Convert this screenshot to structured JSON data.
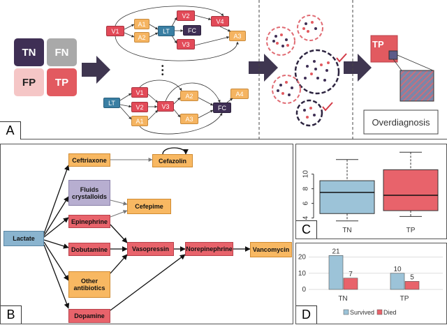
{
  "panelA": {
    "label": "A",
    "matrix": {
      "tn": "TN",
      "fn": "FN",
      "fp": "FP",
      "tp": "TP"
    },
    "graph1": {
      "v1": "V1",
      "a1": "A1",
      "a2": "A2",
      "lt": "LT",
      "v2": "V2",
      "v4": "V4",
      "fc": "FC",
      "v3": "V3",
      "a3": "A3"
    },
    "graph2": {
      "v1": "V1",
      "v2": "V2",
      "v3": "V3",
      "lt": "LT",
      "a1": "A1",
      "a2": "A2",
      "a3": "A3",
      "a4": "A4",
      "fc": "FC"
    },
    "result_box": "TP",
    "overdiagnosis": "Overdiagnosis",
    "colors": {
      "dark": "#3f2f55",
      "grey": "#a9a9a9",
      "pink": "#f5c6c6",
      "red": "#e25a60",
      "arrow": "#3f3650"
    }
  },
  "panelB": {
    "label": "B",
    "nodes": {
      "lactate": "Lactate",
      "ceftriaxone": "Ceftriaxone",
      "cefazolin": "Cefazolin",
      "fluids": "Fluids crystalloids",
      "cefepime": "Cefepime",
      "epinephrine": "Epinephrine",
      "dobutamine": "Dobutamine",
      "vasopressin": "Vasopressin",
      "norepinephrine": "Norepinephrine",
      "vancomycin": "Vancomycin",
      "other_antibiotics": "Other antibiotics",
      "dopamine": "Dopamine"
    }
  },
  "panelC": {
    "label": "C",
    "chart_data": {
      "type": "box",
      "categories": [
        "TN",
        "TP"
      ],
      "boxes": [
        {
          "category": "TN",
          "min": 3.6,
          "q1": 4.6,
          "median": 7.5,
          "q3": 9.1,
          "max": 12.0
        },
        {
          "category": "TP",
          "min": 4.2,
          "q1": 5.0,
          "median": 7.1,
          "q3": 10.6,
          "max": 13.0
        }
      ],
      "y_ticks": [
        4,
        6,
        8,
        10
      ],
      "ylim": [
        3,
        13.5
      ],
      "colors": [
        "#9cc3d8",
        "#e8636b"
      ]
    }
  },
  "panelD": {
    "label": "D",
    "chart_data": {
      "type": "bar",
      "categories": [
        "TN",
        "TP"
      ],
      "series": [
        {
          "name": "Survived",
          "values": [
            21,
            10
          ],
          "color": "#9cc3d8"
        },
        {
          "name": "Died",
          "values": [
            7,
            5
          ],
          "color": "#e8636b"
        }
      ],
      "y_ticks": [
        0,
        10,
        20
      ],
      "ylim": [
        0,
        25
      ],
      "legend": "bottom"
    }
  }
}
